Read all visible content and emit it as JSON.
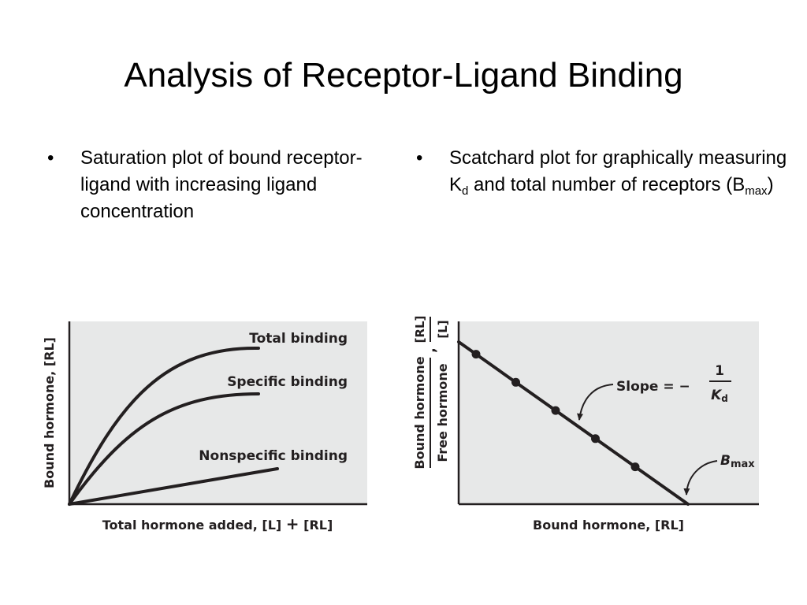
{
  "slide": {
    "title": "Analysis of Receptor-Ligand Binding"
  },
  "bullets": {
    "left": {
      "marker": "•",
      "text": "Saturation plot of bound receptor-ligand with increasing ligand concentration"
    },
    "right": {
      "marker": "•",
      "text_a": "Scatchard plot for graphically measuring K",
      "sub_a": "d",
      "text_b": " and total number of receptors (B",
      "sub_b": "max",
      "text_c": ")"
    }
  },
  "saturation_plot": {
    "ylabel": "Bound hormone, [RL]",
    "xlabel_a": "Total hormone added, [L] ",
    "xlabel_plus": "+",
    "xlabel_b": " [RL]",
    "curves": {
      "total": "Total binding",
      "specific": "Specific binding",
      "nonspecific": "Nonspecific binding"
    }
  },
  "scatchard_plot": {
    "ylabel_a": "Bound hormone",
    "ylabel_b": "Free hormone",
    "ylabel_comma": ",",
    "ylabel_rl": "[RL]",
    "ylabel_l": "[L]",
    "xlabel": "Bound hormone, [RL]",
    "slope_label": "Slope = −",
    "slope_num": "1",
    "slope_den_k": "K",
    "slope_den_sub": "d",
    "bmax_b": "B",
    "bmax_sub": "max",
    "points_count": 5
  },
  "colors": {
    "panel_bg": "#e7e8e8",
    "ink": "#231f20"
  }
}
